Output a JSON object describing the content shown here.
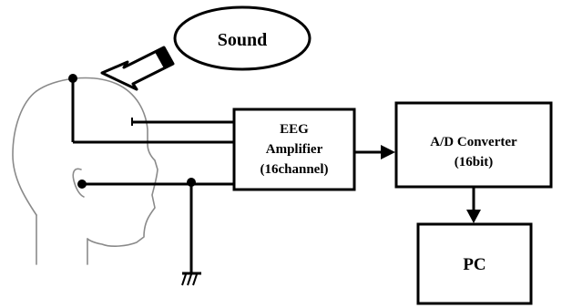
{
  "sound": {
    "label": "Sound",
    "arrow_icon": "speaker-arrow-icon"
  },
  "blocks": {
    "eeg_amplifier": {
      "line1": "EEG",
      "line2": "Amplifier",
      "line3": "(16channel)"
    },
    "ad_converter": {
      "line1": "A/D Converter",
      "line2": "(16bit)"
    },
    "pc": {
      "label": "PC"
    }
  },
  "icons": {
    "head": "human-head-profile-icon",
    "ground": "ground-symbol-icon"
  },
  "colors": {
    "stroke": "#000000",
    "head_outline": "#8a8a8a",
    "background": "#ffffff"
  }
}
